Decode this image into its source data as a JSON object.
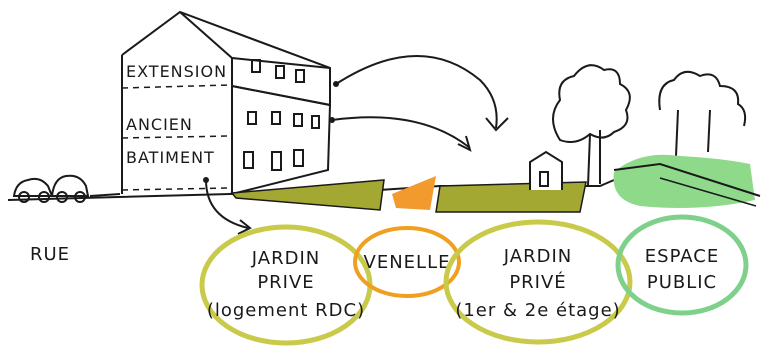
{
  "building": {
    "label_extension": "EXTENSION",
    "label_ancien": "ANCIEN",
    "label_batiment": "BATIMENT"
  },
  "street": {
    "label": "RUE"
  },
  "zones": {
    "jardin_prive_rdc": {
      "line1": "JARDIN",
      "line2": "PRIVE",
      "line3": "(logement RDC)",
      "color": "#c9c94a"
    },
    "venelle": {
      "line1": "VENELLE",
      "color": "#f0a020"
    },
    "jardin_prive_etages": {
      "line1": "JARDIN",
      "line2": "PRIVÉ",
      "line3": "(1er & 2e étage)",
      "color": "#c9c94a"
    },
    "espace_public": {
      "line1": "ESPACE",
      "line2": "PUBLIC",
      "color": "#7ed08a"
    }
  },
  "colors": {
    "ink": "#1a1a1a",
    "garden_fill": "#a2a832",
    "lane_fill": "#f29a2e",
    "public_fill": "#8fda8a"
  }
}
